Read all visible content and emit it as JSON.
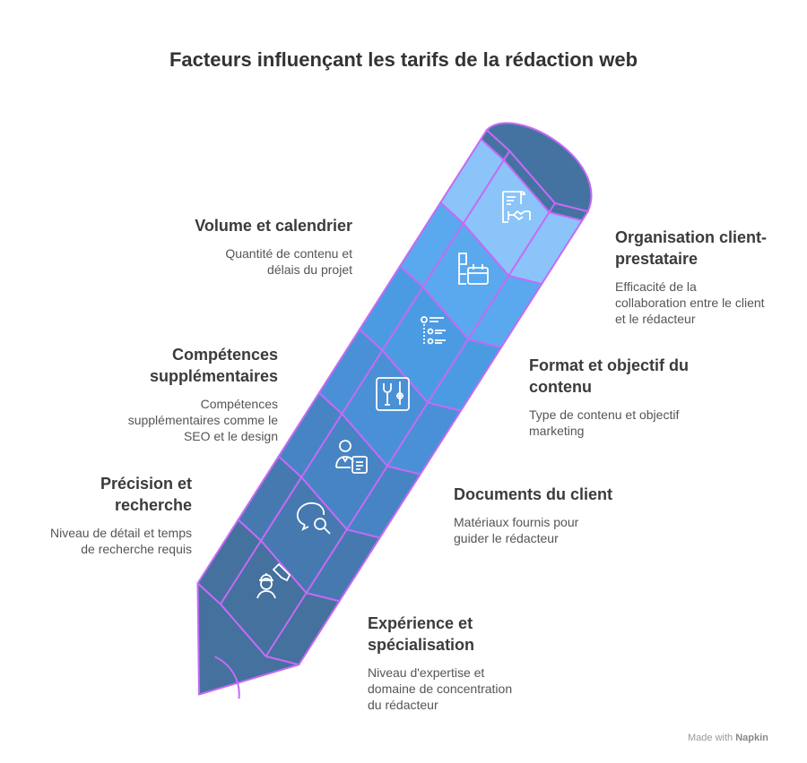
{
  "title": "Facteurs influençant les tarifs de la rédaction web",
  "factors": [
    {
      "title": "Volume et calendrier",
      "desc": [
        "Quantité de contenu et",
        "délais du projet"
      ],
      "icon": "contract-handshake-icon"
    },
    {
      "title": "Organisation client-prestataire",
      "title_lines": [
        "Organisation client-",
        "prestataire"
      ],
      "desc": [
        "Efficacité de la",
        "collaboration entre le client",
        "et le rédacteur"
      ],
      "icon": "calendar-blocks-icon"
    },
    {
      "title": "Compétences supplémentaires",
      "title_lines": [
        "Compétences",
        "supplémentaires"
      ],
      "desc": [
        "Compétences",
        "supplémentaires comme le",
        "SEO et le design"
      ],
      "icon": "list-icon"
    },
    {
      "title": "Format et objectif du contenu",
      "title_lines": [
        "Format et objectif du",
        "contenu"
      ],
      "desc": [
        "Type de contenu et objectif",
        "marketing"
      ],
      "icon": "tools-icon"
    },
    {
      "title": "Précision et recherche",
      "title_lines": [
        "Précision et",
        "recherche"
      ],
      "desc": [
        "Niveau de détail et temps",
        "de recherche requis"
      ],
      "icon": "person-document-icon"
    },
    {
      "title": "Documents du client",
      "desc": [
        "Matériaux fournis pour",
        "guider le rédacteur"
      ],
      "icon": "chat-search-icon"
    },
    {
      "title": "Expérience et spécialisation",
      "title_lines": [
        "Expérience et",
        "spécialisation"
      ],
      "desc": [
        "Niveau d'expertise et",
        "domaine de concentration",
        "du rédacteur"
      ],
      "icon": "worker-pencil-icon"
    }
  ],
  "footer": {
    "prefix": "Made with",
    "brand": "Napkin"
  },
  "colors": {
    "bands": [
      "#44719e",
      "#4679b0",
      "#4784c4",
      "#4a90d6",
      "#4b9be3",
      "#5aa8ee",
      "#8ac4f9"
    ],
    "tip": "#44719e",
    "cap": "#4473a2",
    "stroke": "#c66af6"
  }
}
